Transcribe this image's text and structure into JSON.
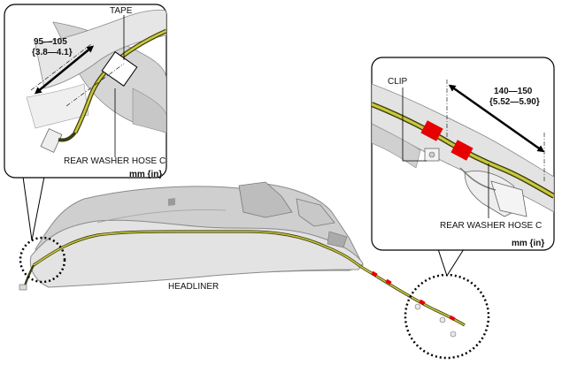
{
  "left_callout": {
    "tape_label": "TAPE",
    "dim_mm": "95—105",
    "dim_in": "{3.8—4.1}",
    "hose_label": "REAR WASHER HOSE C",
    "unit": "mm {in}"
  },
  "right_callout": {
    "clip_label": "CLIP",
    "dim_mm": "140—150",
    "dim_in": "{5.52—5.90}",
    "hose_label": "REAR WASHER HOSE C",
    "unit": "mm {in}"
  },
  "main": {
    "headliner_label": "HEADLINER"
  },
  "colors": {
    "hose": "#c9c93a",
    "hose_outline": "#3d3d12",
    "tape": "#e60000",
    "panel": "#e3e3e3",
    "panel_edge": "#8a8a8a",
    "dimension_arrow": "#000000"
  }
}
